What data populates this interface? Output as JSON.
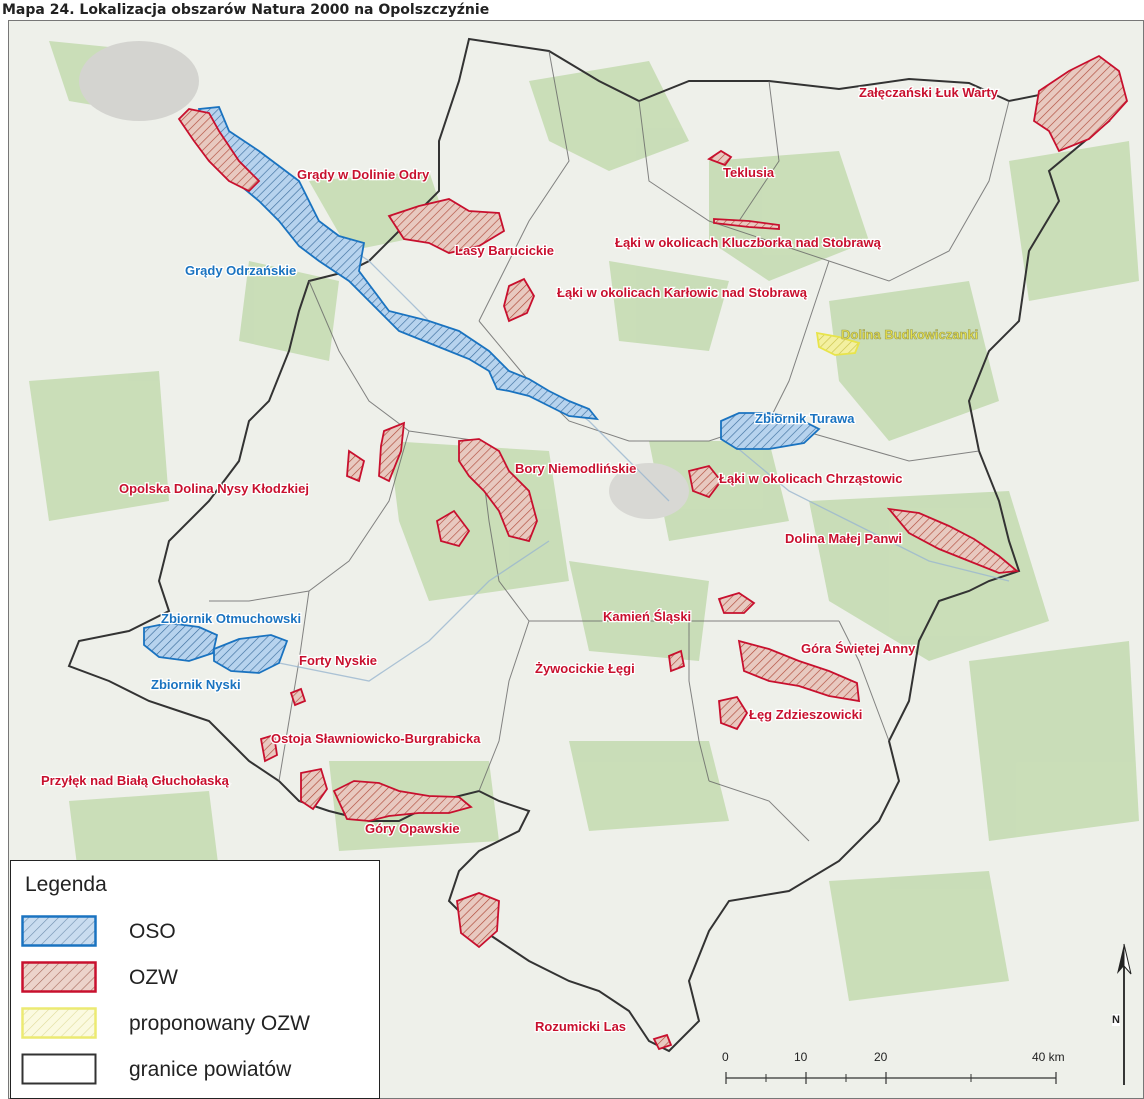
{
  "title": "Mapa 24. Lokalizacja obszarów Natura 2000 na Opolszczyźnie",
  "colors": {
    "oso": "#1a73c0",
    "ozw": "#c8102e",
    "proposed": "#ecea72",
    "boundary": "#333333",
    "forest": "#c5dcb3",
    "background": "#eef0ea"
  },
  "map": {
    "labels_ozw": [
      "Załęczański Łuk Warty",
      "Grądy w Dolinie Odry",
      "Lasy Barucickie",
      "Teklusia",
      "Łąki w okolicach Kluczborka nad Stobrawą",
      "Łąki w okolicach Karłowic nad Stobrawą",
      "Opolska Dolina Nysy Kłodzkiej",
      "Bory Niemodlińskie",
      "Łąki w okolicach Chrząstowic",
      "Dolina Małej Panwi",
      "Kamień Śląski",
      "Góra Świętej Anny",
      "Forty Nyskie",
      "Żywocickie Łęgi",
      "Łęg Zdzieszowicki",
      "Ostoja Sławniowicko-Burgrabicka",
      "Przyłęk nad Białą Głuchołaską",
      "Góry Opawskie",
      "Rozumicki Las"
    ],
    "labels_oso": [
      "Grądy Odrzańskie",
      "Zbiornik Turawa",
      "Zbiornik Otmuchowski",
      "Zbiornik Nyski"
    ],
    "labels_proposed": [
      "Dolina Budkowiczanki"
    ]
  },
  "legend": {
    "title": "Legenda",
    "items": [
      {
        "label": "OSO",
        "kind": "oso"
      },
      {
        "label": "OZW",
        "kind": "ozw"
      },
      {
        "label": "proponowany OZW",
        "kind": "proposed"
      },
      {
        "label": "granice powiatów",
        "kind": "boundary"
      }
    ]
  },
  "scale": {
    "ticks": [
      "0",
      "10",
      "20",
      "40 km"
    ]
  },
  "north_arrow": {
    "label": "N"
  }
}
